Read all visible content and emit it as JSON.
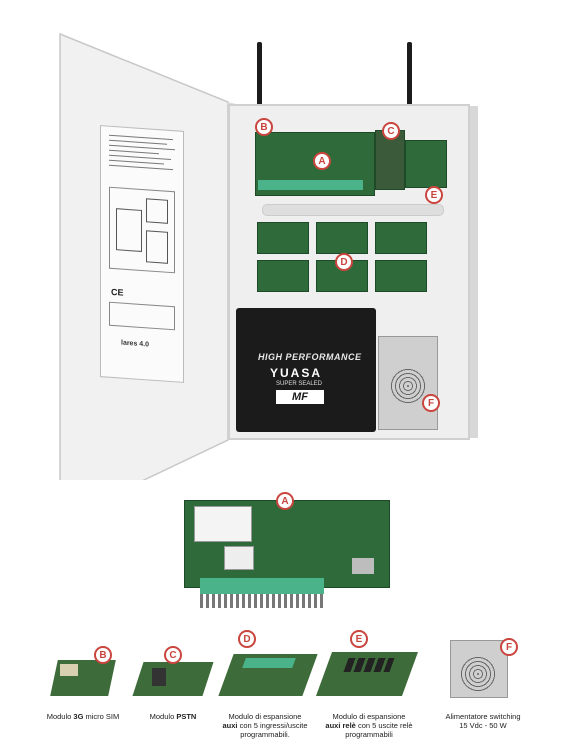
{
  "markers": {
    "a": "A",
    "b": "B",
    "c": "C",
    "d": "D",
    "e": "E",
    "f": "F",
    "detail_a": "A",
    "p_b": "B",
    "p_c": "C",
    "p_d": "D",
    "p_e": "E",
    "p_f": "F"
  },
  "door_label": {
    "brand": "lares 4.0"
  },
  "battery": {
    "tagline": "HIGH PERFORMANCE",
    "brand": "YUASA",
    "subtitle": "SUPER SEALED",
    "logo_text": "MF"
  },
  "products": [
    {
      "line1": "Modulo ",
      "bold1": "3G",
      "rest1": " micro SIM",
      "line2": ""
    },
    {
      "line1": "Modulo ",
      "bold1": "PSTN",
      "rest1": "",
      "line2": ""
    },
    {
      "line1": "Modulo di espansione",
      "bold1": "auxi",
      "rest1": " con 5 ingressi/uscite",
      "line2": "programmabili."
    },
    {
      "line1": "Modulo di espansione",
      "bold1": "auxi relè",
      "rest1": " con 5 uscite relè",
      "line2": "programmabili"
    },
    {
      "line1": "Alimentatore switching",
      "bold1": "",
      "rest1": "15 Vdc - 50 W",
      "line2": ""
    }
  ],
  "colors": {
    "marker": "#c9453e",
    "pcb": "#2f6b3a",
    "terminal": "#4bb38a"
  }
}
